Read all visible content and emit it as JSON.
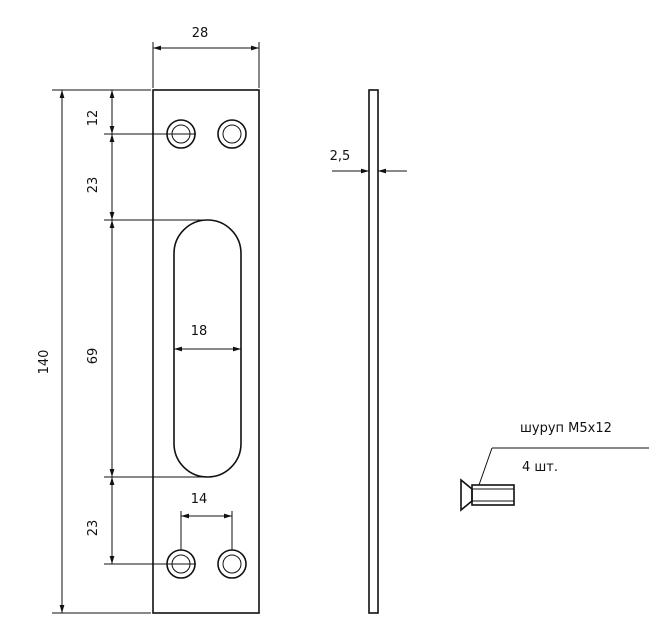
{
  "dimensions": {
    "width_28": "28",
    "height_140": "140",
    "top_12": "12",
    "top_23": "23",
    "slot_69": "69",
    "bottom_23": "23",
    "slot_width_18": "18",
    "hole_spacing_14": "14",
    "thickness_2_5": "2,5"
  },
  "screw": {
    "label": "шуруп М5х12",
    "quantity": "4 шт."
  }
}
